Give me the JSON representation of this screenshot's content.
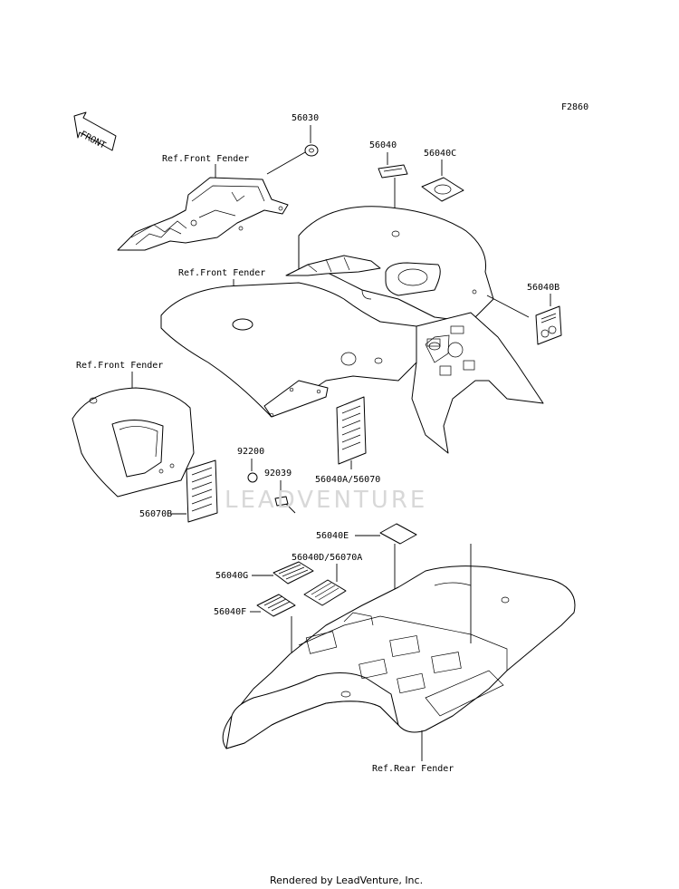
{
  "figure_id": "F2860",
  "front_arrow_label": "FRONT",
  "watermark": "LEADVENTURE",
  "footer": "Rendered by LeadVenture, Inc.",
  "callouts": {
    "p56030": "56030",
    "ref_front_fender_1": "Ref.Front Fender",
    "p56040": "56040",
    "p56040C": "56040C",
    "ref_front_fender_2": "Ref.Front Fender",
    "p56040B": "56040B",
    "ref_front_fender_3": "Ref.Front Fender",
    "p92200": "92200",
    "p92039": "92039",
    "p56040A_56070": "56040A/56070",
    "p56070B": "56070B",
    "p56040E": "56040E",
    "p56040D_56070A": "56040D/56070A",
    "p56040G": "56040G",
    "p56040F": "56040F",
    "ref_rear_fender": "Ref.Rear Fender"
  }
}
